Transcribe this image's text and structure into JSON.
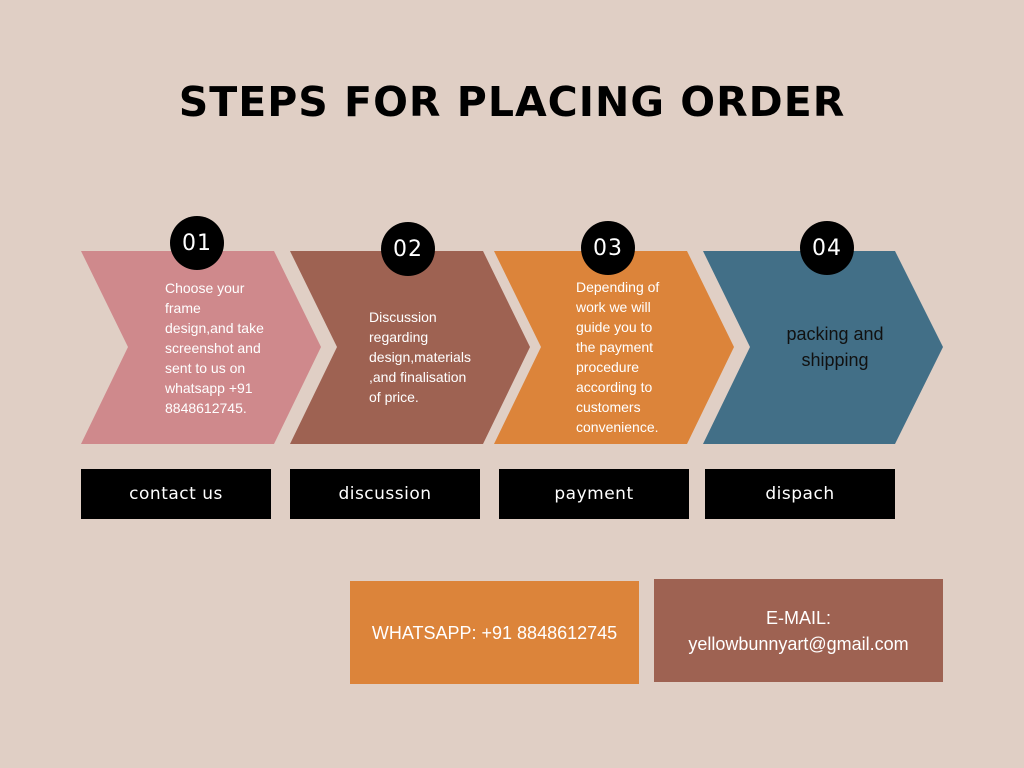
{
  "title": "STEPS FOR PLACING ORDER",
  "colors": {
    "background": "#e0cfc5",
    "step1": "#cf898c",
    "step2": "#9e6252",
    "step3": "#dc843a",
    "step4": "#426f87",
    "badge": "#000000",
    "label": "#000000",
    "whatsapp_box": "#dc843a",
    "email_box": "#9e6252"
  },
  "steps": [
    {
      "number": "01",
      "text": "Choose your\nframe\ndesign,and take\nscreenshot and\nsent to us on\nwhatsapp +91\n8848612745.",
      "label": "contact us"
    },
    {
      "number": "02",
      "text": "Discussion\nregarding\ndesign,materials\n,and finalisation\nof price.",
      "label": "discussion"
    },
    {
      "number": "03",
      "text": "Depending of\nwork we will\nguide you to\nthe payment\nprocedure\naccording to\ncustomers\nconvenience.",
      "label": "payment"
    },
    {
      "number": "04",
      "text": "packing and\nshipping",
      "label": "dispach"
    }
  ],
  "contact": {
    "whatsapp": "WHATSAPP: +91 8848612745",
    "email_label": "E-MAIL:",
    "email": "yellowbunnyart@gmail.com"
  }
}
